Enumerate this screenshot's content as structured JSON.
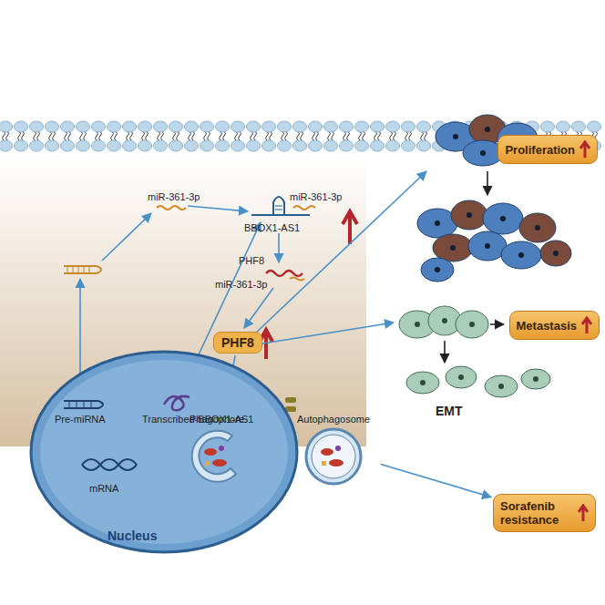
{
  "diagram": {
    "nodes": [
      {
        "text": [
          "Nucleus"
        ]
      },
      {
        "text": [
          "PHF8"
        ]
      },
      {
        "text": [
          "Phagophore"
        ]
      },
      {
        "text": [
          "Autophagosome"
        ]
      },
      {
        "text": [
          "Proliferation"
        ]
      },
      {
        "text": [
          "Metastasis"
        ]
      },
      {
        "text": [
          "Sorafenib resistance"
        ]
      }
    ],
    "edges": [
      {
        "from": 1,
        "to": 2,
        "arrow": "to"
      },
      {
        "from": 2,
        "to": 3,
        "arrow": "to"
      },
      {
        "from": 3,
        "to": 6,
        "arrow": "to"
      }
    ],
    "labels": [
      "miR-361-3p",
      "miR-361-3p",
      "BBOX1-AS1",
      "PHF8",
      "miR-361-3p",
      "Pre-miRNA",
      "Transcribed-BBOX1-AS1",
      "mRNA",
      "EMT"
    ]
  }
}
